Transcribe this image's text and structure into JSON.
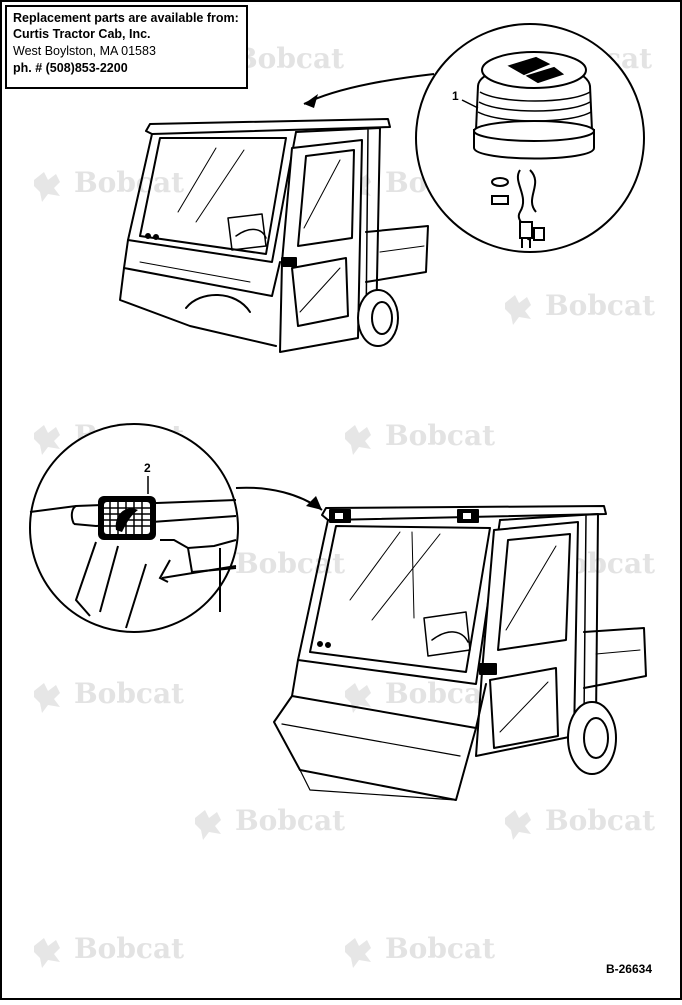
{
  "supplier_box": {
    "heading": "Replacement parts are available from:",
    "company": "Curtis Tractor Cab, Inc.",
    "address": "West Boylston, MA 01583",
    "phone": "ph. # (508)853-2200"
  },
  "watermark": {
    "text": "Bobcat"
  },
  "callouts": {
    "beacon": "1",
    "side_light": "2"
  },
  "figure_id": "B-26634"
}
